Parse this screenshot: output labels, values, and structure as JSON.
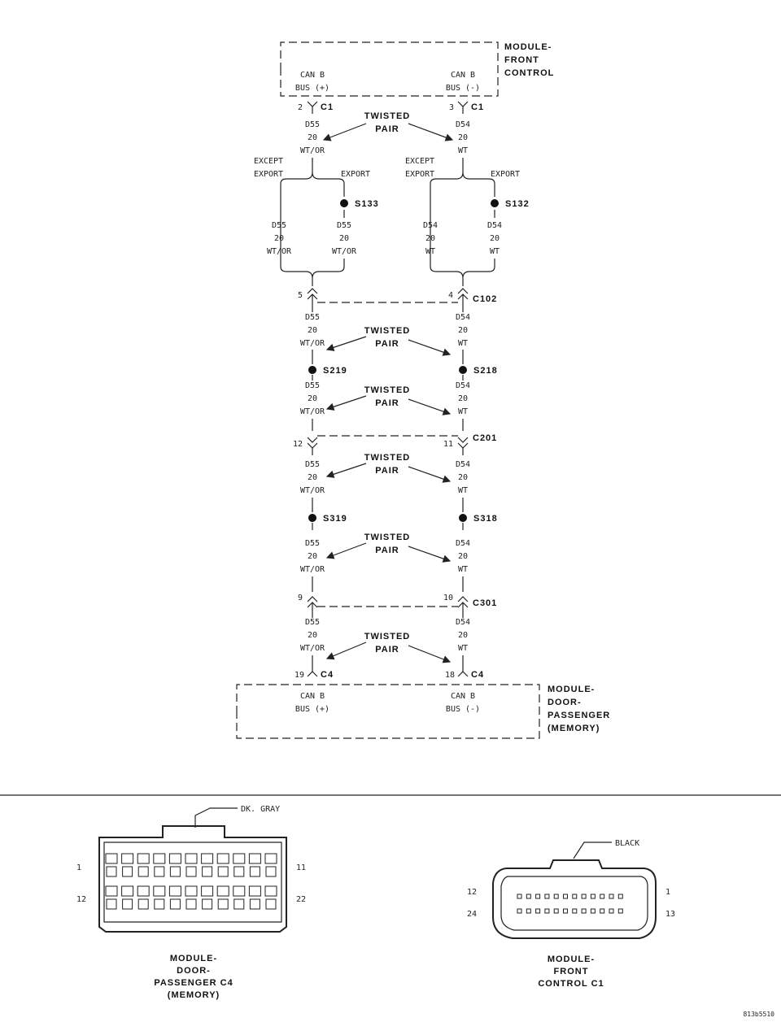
{
  "module_front": {
    "title": [
      "MODULE-",
      "FRONT",
      "CONTROL"
    ],
    "pin_left": [
      "CAN B",
      "BUS (+)"
    ],
    "pin_right": [
      "CAN B",
      "BUS (-)"
    ]
  },
  "module_door": {
    "title": [
      "MODULE-",
      "DOOR-",
      "PASSENGER",
      "(MEMORY)"
    ],
    "pin_left": [
      "CAN B",
      "BUS (+)"
    ],
    "pin_right": [
      "CAN B",
      "BUS (-)"
    ]
  },
  "twisted_pair": [
    "TWISTED",
    "PAIR"
  ],
  "wire_left": [
    "D55",
    "20",
    "WT/OR"
  ],
  "wire_right": [
    "D54",
    "20",
    "WT"
  ],
  "branch": {
    "except": [
      "EXCEPT",
      "EXPORT"
    ],
    "export": "EXPORT"
  },
  "splices": {
    "s133": "S133",
    "s132": "S132",
    "s219": "S219",
    "s218": "S218",
    "s319": "S319",
    "s318": "S318"
  },
  "connectors": {
    "c1": {
      "name": "C1",
      "pin_left": "2",
      "pin_right": "3"
    },
    "c102": {
      "name": "C102",
      "pin_left": "5",
      "pin_right": "4"
    },
    "c201": {
      "name": "C201",
      "pin_left": "12",
      "pin_right": "11"
    },
    "c301": {
      "name": "C301",
      "pin_left": "9",
      "pin_right": "10"
    },
    "c4": {
      "name": "C4",
      "pin_left": "19",
      "pin_right": "18"
    }
  },
  "connector_views": {
    "door": {
      "color": "DK. GRAY",
      "pins": [
        "1",
        "11",
        "12",
        "22"
      ],
      "caption": [
        "MODULE-",
        "DOOR-",
        "PASSENGER C4",
        "(MEMORY)"
      ]
    },
    "front": {
      "color": "BLACK",
      "pins": [
        "12",
        "1",
        "24",
        "13"
      ],
      "caption": [
        "MODULE-",
        "FRONT",
        "CONTROL C1"
      ]
    }
  },
  "figure_id": "813b5510"
}
